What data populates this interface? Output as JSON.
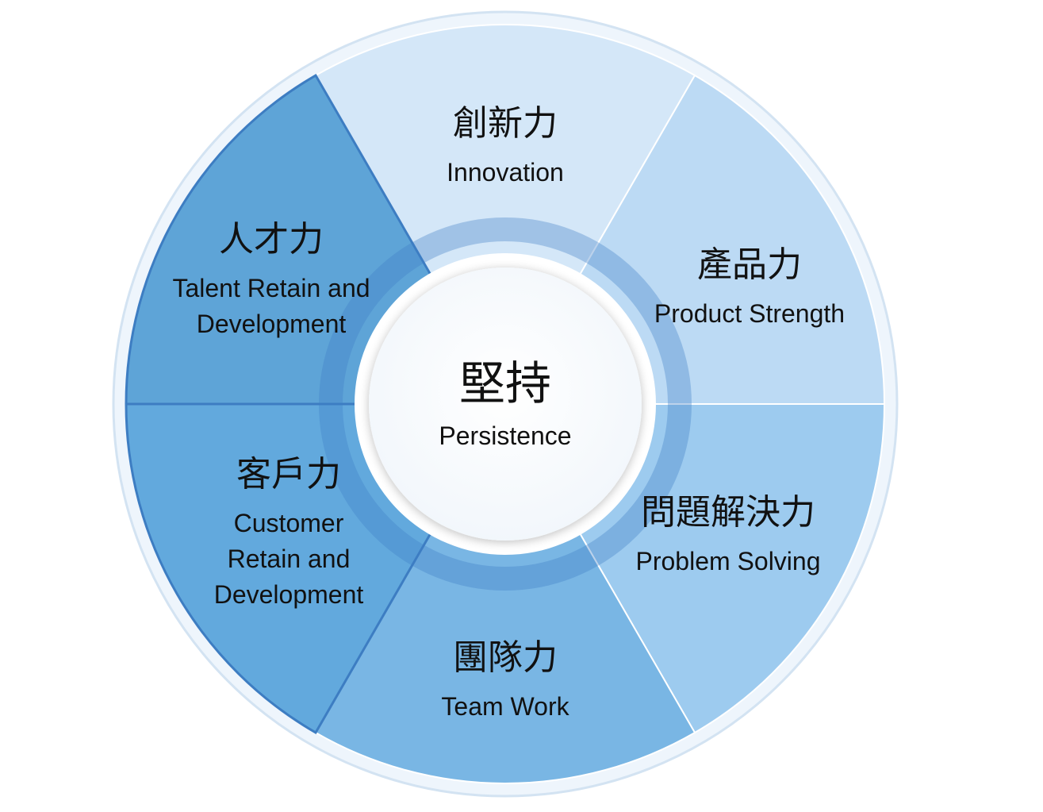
{
  "center": {
    "title_zh": "堅持",
    "title_en": "Persistence",
    "color": "#ffffff"
  },
  "segments": [
    {
      "id": "innovation",
      "zh": "創新力",
      "en_lines": [
        "Innovation"
      ],
      "color": "#d4e7f8"
    },
    {
      "id": "product",
      "zh": "產品力",
      "en_lines": [
        "Product Strength"
      ],
      "color": "#bcdaf4"
    },
    {
      "id": "problem",
      "zh": "問題解決力",
      "en_lines": [
        "Problem Solving"
      ],
      "color": "#9dcbef"
    },
    {
      "id": "team",
      "zh": "團隊力",
      "en_lines": [
        "Team Work"
      ],
      "color": "#79b6e4"
    },
    {
      "id": "customer",
      "zh": "客戶力",
      "en_lines": [
        "Customer",
        "Retain and",
        "Development"
      ],
      "color": "#62a9dd"
    },
    {
      "id": "talent",
      "zh": "人才力",
      "en_lines": [
        "Talent Retain and",
        "Development"
      ],
      "color": "#5ea4d7"
    }
  ],
  "colors": {
    "outer_ring": "#eef5fc",
    "outer_border": "#d3e3f2",
    "divider": "#3d7dc2",
    "inner_glow": "#3f7fc6"
  }
}
